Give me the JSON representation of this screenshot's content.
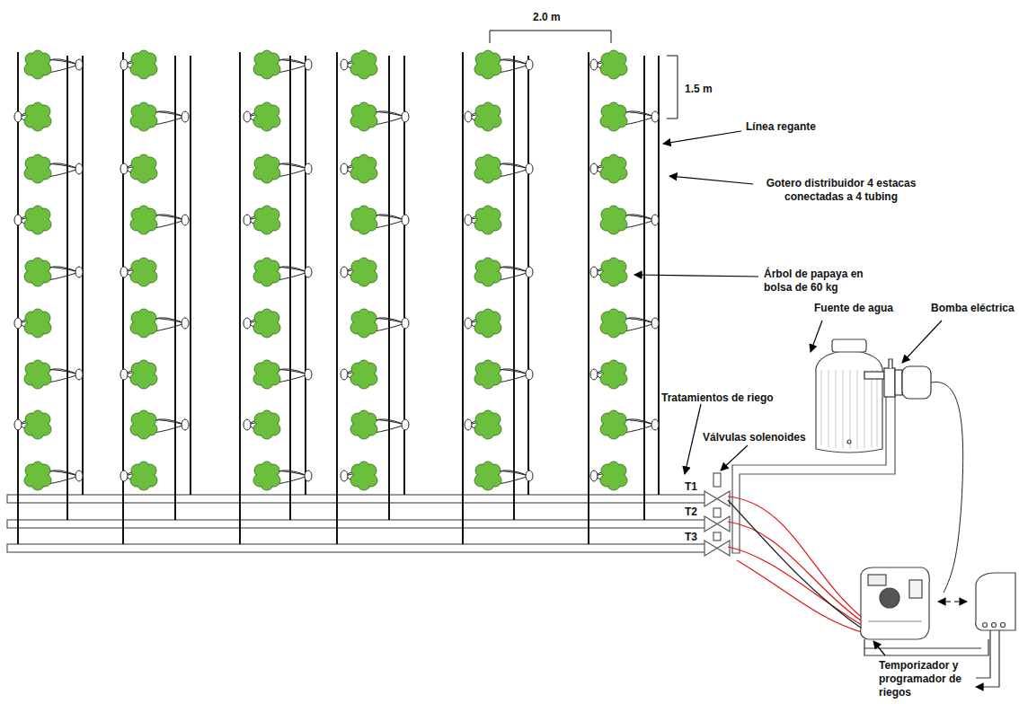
{
  "diagram": {
    "labels": [
      "2.0 m",
      "1.5 m",
      "Línea regante",
      "Gotero distribuidor 4 estacas conectadas a 4 tubing",
      "Árbol de papaya en bolsa de 60 kg",
      "Fuente de agua",
      "Bomba eléctrica",
      "Tratamientos de riego",
      "Válvulas solenoides",
      "T1",
      "T2",
      "T3",
      "Temporizador y programador de riegos"
    ]
  }
}
